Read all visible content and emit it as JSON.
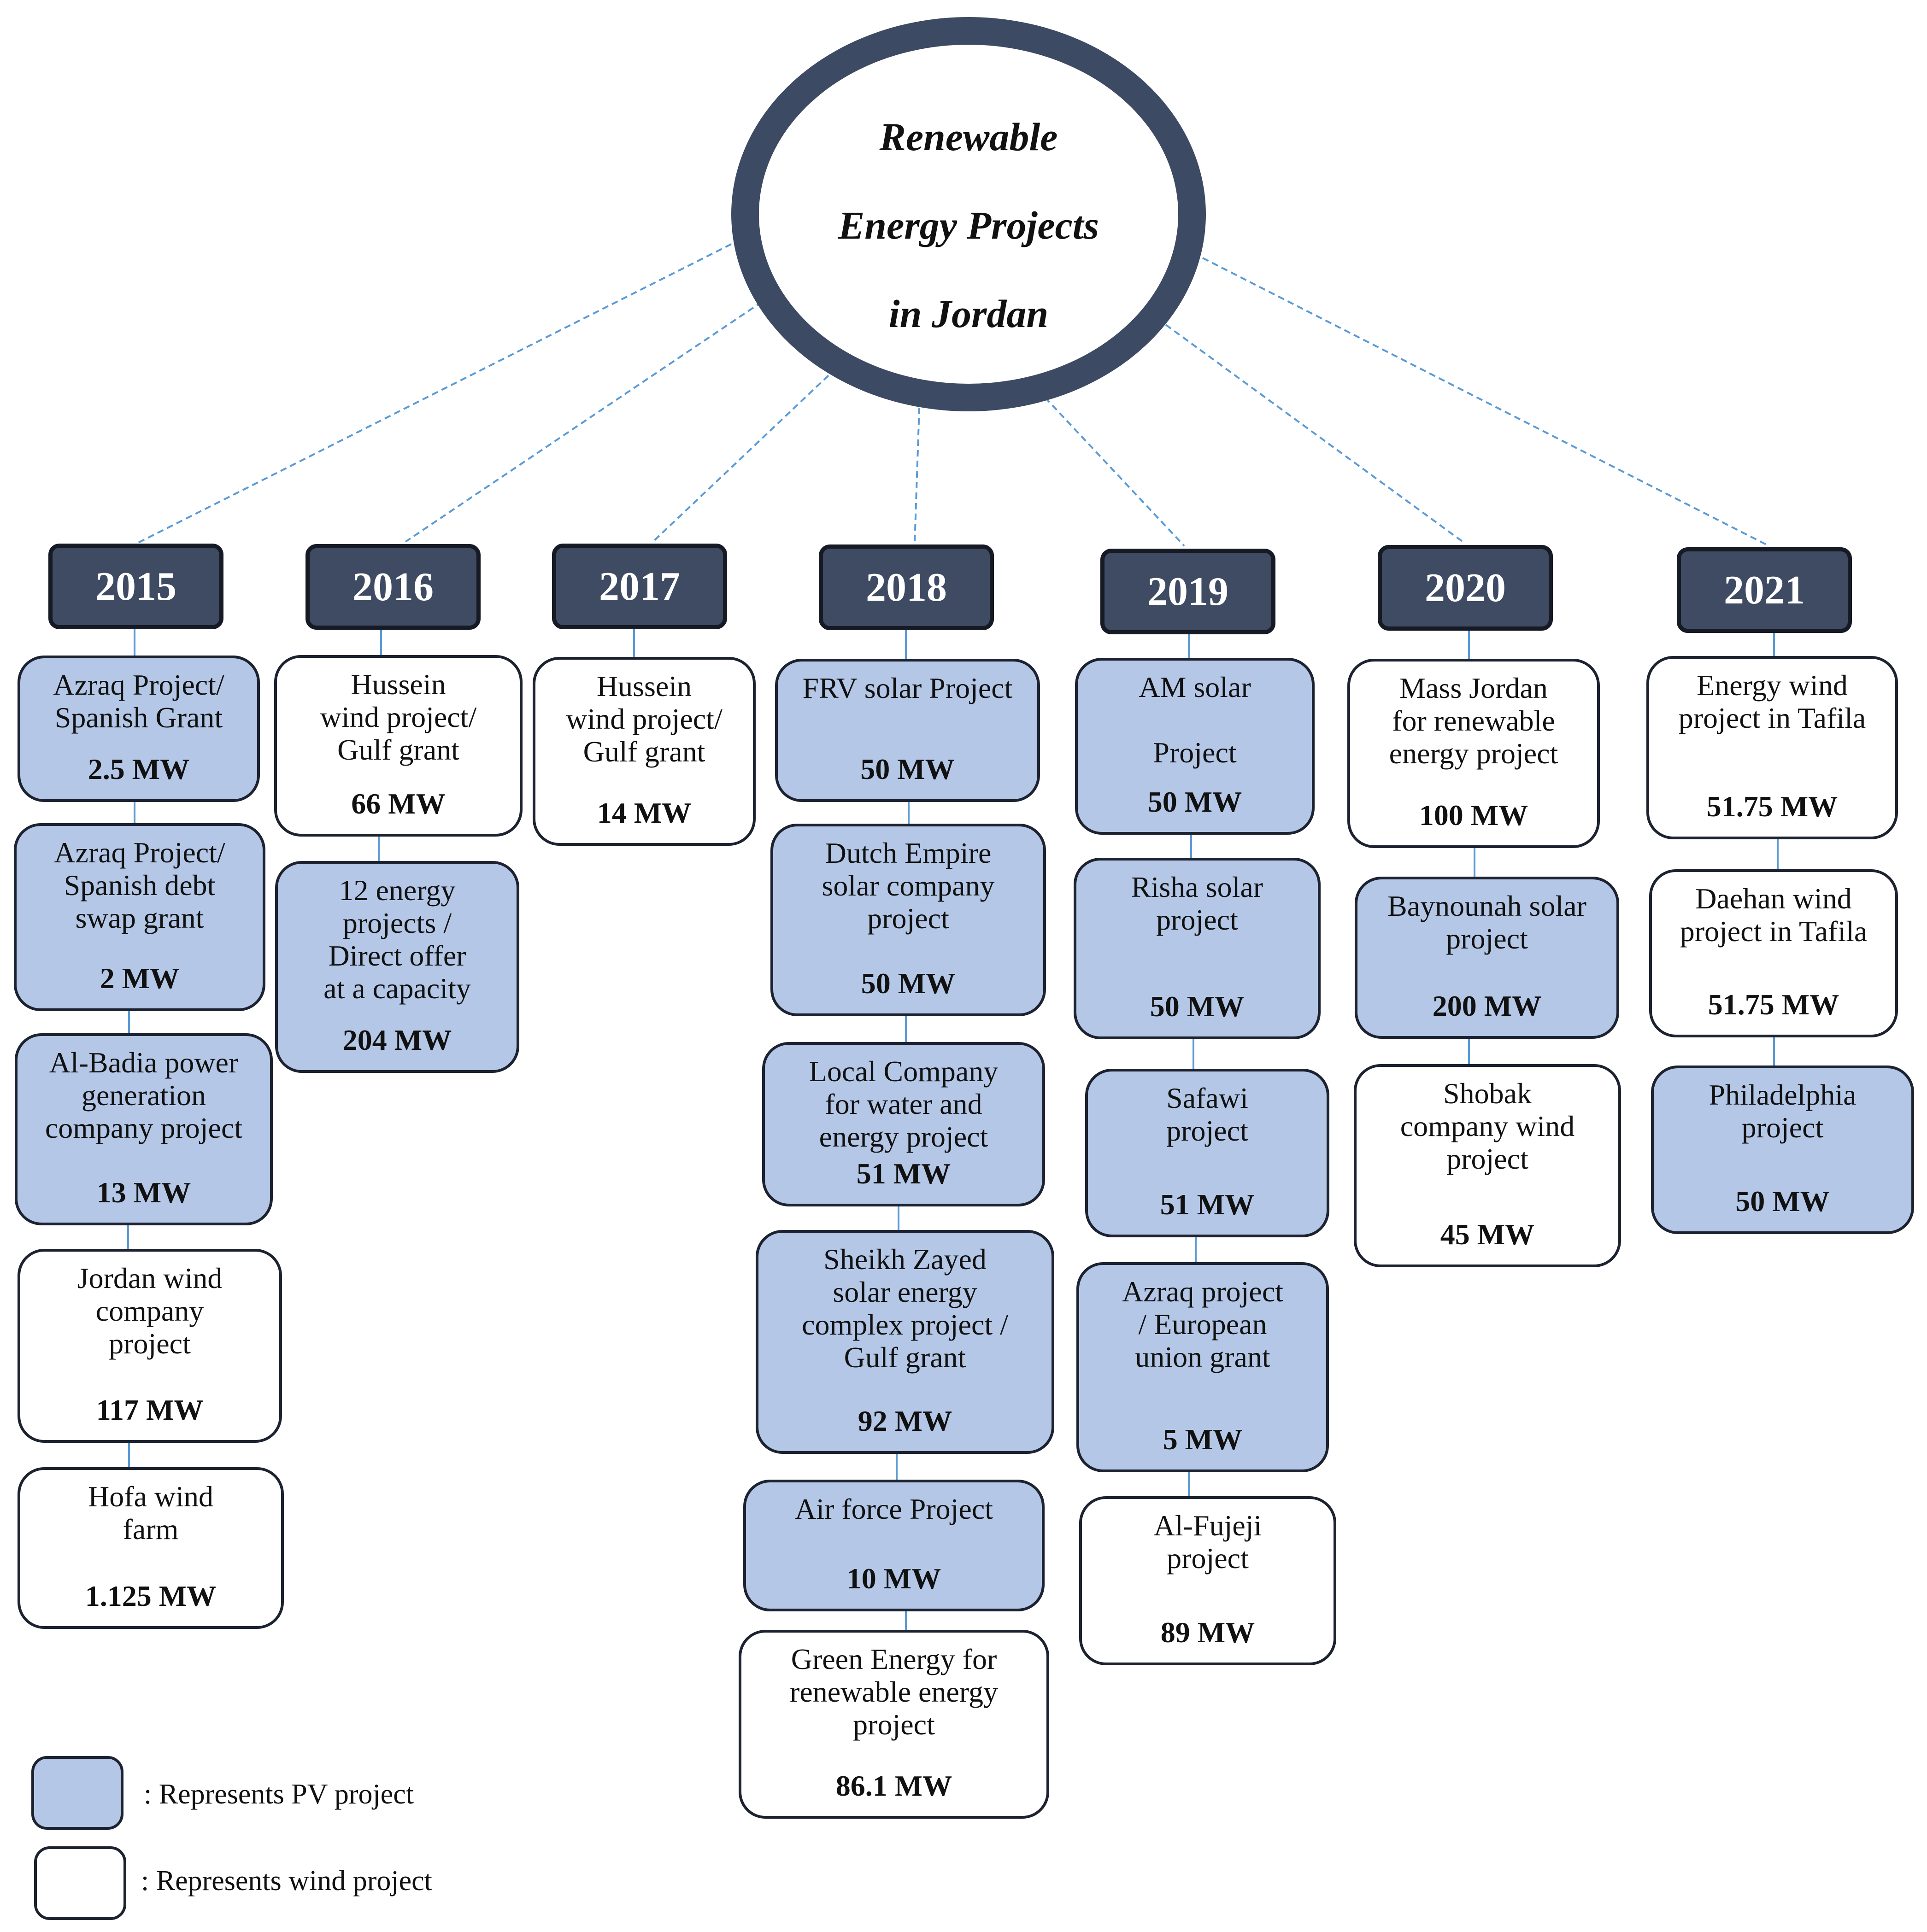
{
  "title_lines": [
    "Renewable",
    "Energy Projects",
    "in Jordan"
  ],
  "colors": {
    "pv_fill": "#b4c7e7",
    "wind_fill": "#ffffff",
    "year_fill": "#3f4b63",
    "root_ring": "#3d4a63",
    "connector": "#5b9bd5"
  },
  "columns": [
    {
      "year": "2015",
      "projects": [
        {
          "name": "Azraq Project/\nSpanish Grant",
          "capacity": "2.5 MW",
          "type": "pv"
        },
        {
          "name": "Azraq Project/\nSpanish debt\nswap grant",
          "capacity": "2 MW",
          "type": "pv"
        },
        {
          "name": "Al-Badia power\ngeneration\ncompany project",
          "capacity": "13 MW",
          "type": "pv"
        },
        {
          "name": "Jordan wind\ncompany\nproject",
          "capacity": "117 MW",
          "type": "wind"
        },
        {
          "name": "Hofa wind\nfarm",
          "capacity": "1.125 MW",
          "type": "wind"
        }
      ]
    },
    {
      "year": "2016",
      "projects": [
        {
          "name": "Hussein\nwind project/\nGulf grant",
          "capacity": "66 MW",
          "type": "wind"
        },
        {
          "name": "12 energy\nprojects /\nDirect offer\nat a capacity",
          "capacity": "204 MW",
          "type": "pv"
        }
      ]
    },
    {
      "year": "2017",
      "projects": [
        {
          "name": "Hussein\nwind project/\nGulf grant",
          "capacity": "14 MW",
          "type": "wind"
        }
      ]
    },
    {
      "year": "2018",
      "projects": [
        {
          "name": "FRV solar Project",
          "capacity": "50 MW",
          "type": "pv"
        },
        {
          "name": "Dutch Empire\nsolar company\nproject",
          "capacity": "50 MW",
          "type": "pv"
        },
        {
          "name": "Local Company\nfor water and\nenergy project",
          "capacity": "51 MW",
          "type": "pv"
        },
        {
          "name": "Sheikh Zayed\nsolar energy\ncomplex project /\nGulf grant",
          "capacity": "92 MW",
          "type": "pv"
        },
        {
          "name": "Air force Project",
          "capacity": "10 MW",
          "type": "pv"
        },
        {
          "name": "Green Energy for\nrenewable energy\nproject",
          "capacity": "86.1 MW",
          "type": "wind"
        }
      ]
    },
    {
      "year": "2019",
      "projects": [
        {
          "name": "AM solar\n\nProject",
          "capacity": "50 MW",
          "type": "pv"
        },
        {
          "name": "Risha solar\nproject",
          "capacity": "50 MW",
          "type": "pv"
        },
        {
          "name": "Safawi\nproject",
          "capacity": "51 MW",
          "type": "pv"
        },
        {
          "name": "Azraq project\n/ European\nunion grant",
          "capacity": "5 MW",
          "type": "pv"
        },
        {
          "name": "Al-Fujeji\nproject",
          "capacity": "89 MW",
          "type": "wind"
        }
      ]
    },
    {
      "year": "2020",
      "projects": [
        {
          "name": "Mass Jordan\nfor renewable\nenergy project",
          "capacity": "100 MW",
          "type": "wind"
        },
        {
          "name": "Baynounah solar\nproject",
          "capacity": "200 MW",
          "type": "pv"
        },
        {
          "name": "Shobak\ncompany wind\nproject",
          "capacity": "45 MW",
          "type": "wind"
        }
      ]
    },
    {
      "year": "2021",
      "projects": [
        {
          "name": "Energy wind\nproject in Tafila",
          "capacity": "51.75 MW",
          "type": "wind"
        },
        {
          "name": "Daehan wind\nproject in Tafila",
          "capacity": "51.75 MW",
          "type": "wind"
        },
        {
          "name": "Philadelphia\nproject",
          "capacity": "50 MW",
          "type": "pv"
        }
      ]
    }
  ],
  "legend": [
    {
      "label": ": Represents PV project",
      "type": "pv"
    },
    {
      "label": ": Represents wind project",
      "type": "wind"
    }
  ]
}
